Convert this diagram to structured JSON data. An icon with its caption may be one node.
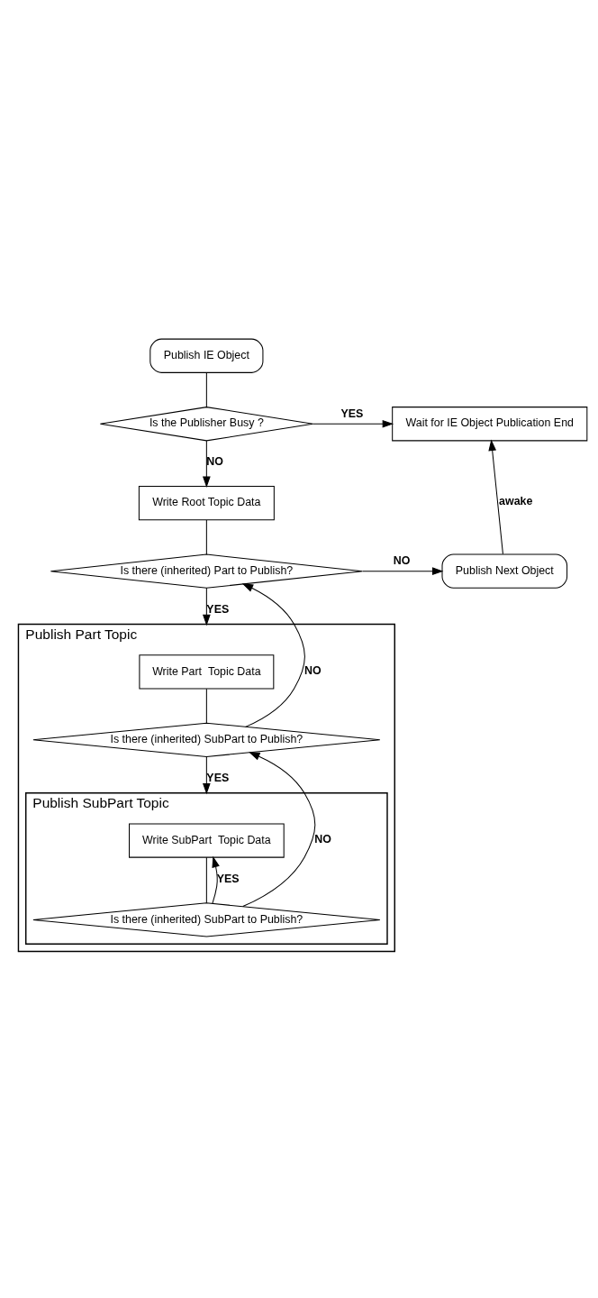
{
  "diagram": {
    "nodes": [
      {
        "text": [
          "Publish IE Object"
        ]
      },
      {
        "text": [
          "Is the Publisher Busy ?"
        ]
      },
      {
        "text": [
          "Wait for IE Object Publication End"
        ]
      },
      {
        "text": [
          "Write Root Topic Data"
        ]
      },
      {
        "text": [
          "Is there (inherited) Part to Publish?"
        ]
      },
      {
        "text": [
          "Publish Next Object"
        ]
      },
      {
        "text": [
          "Publish Part Topic"
        ]
      },
      {
        "text": [
          "Write Part  Topic Data"
        ],
        "in": 6
      },
      {
        "text": [
          "Is there (inherited) SubPart to Publish?"
        ],
        "in": 6
      },
      {
        "text": [
          "Publish SubPart Topic"
        ],
        "in": 6
      },
      {
        "text": [
          "Write SubPart  Topic Data"
        ],
        "in": 9
      },
      {
        "text": [
          "Is there (inherited) SubPart to Publish?"
        ],
        "in": 9
      }
    ],
    "edges": [
      {
        "from": 0,
        "to": 1,
        "arrow": "none"
      },
      {
        "from": 1,
        "to": 2,
        "arrow": "to",
        "label": "YES"
      },
      {
        "from": 1,
        "to": 3,
        "arrow": "to",
        "label": "NO"
      },
      {
        "from": 3,
        "to": 4,
        "arrow": "none"
      },
      {
        "from": 4,
        "to": 5,
        "arrow": "to",
        "label": "NO"
      },
      {
        "from": 5,
        "to": 2,
        "arrow": "to",
        "label": "awake"
      },
      {
        "from": 4,
        "to": 6,
        "arrow": "to",
        "label": "YES"
      },
      {
        "from": 7,
        "to": 8,
        "arrow": "none"
      },
      {
        "from": 8,
        "to": 4,
        "arrow": "to",
        "label": "NO"
      },
      {
        "from": 8,
        "to": 9,
        "arrow": "to",
        "label": "YES"
      },
      {
        "from": 10,
        "to": 11,
        "arrow": "none"
      },
      {
        "from": 11,
        "to": 9,
        "arrow": "to",
        "label": "YES"
      },
      {
        "from": 11,
        "to": 8,
        "arrow": "to",
        "label": "NO"
      }
    ]
  }
}
